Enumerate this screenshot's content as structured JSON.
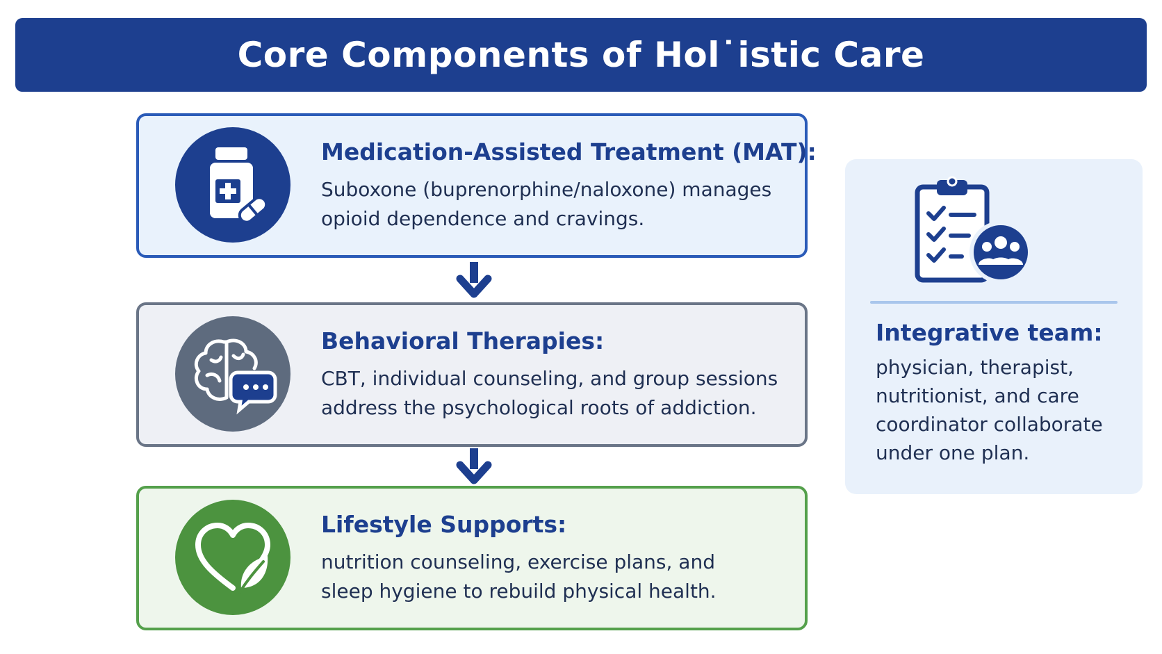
{
  "header": {
    "title": "Core Components of Hol˙istic Care"
  },
  "colors": {
    "banner": "#1d3f8f",
    "mat_border": "#2a5bb8",
    "behavioral_border": "#6a7587",
    "lifestyle_border": "#54a04b",
    "heading_text": "#1d3f8f"
  },
  "components": [
    {
      "icon": "medication-bottle-icon",
      "title": "Medication-Assisted Treatment (MAT):",
      "body": "Suboxone (buprenorphine/naloxone) manages opioid dependence and cravings."
    },
    {
      "icon": "brain-chat-icon",
      "title": "Behavioral Therapies:",
      "body": "CBT, individual counseling, and group sessions address the psychological roots of addiction."
    },
    {
      "icon": "heart-leaf-icon",
      "title": "Lifestyle Supports:",
      "body": "nutrition counseling, exercise plans, and sleep hygiene to rebuild physical health."
    }
  ],
  "team": {
    "icon": "clipboard-team-icon",
    "title": "Integrative team:",
    "body": "physician, therapist, nutritionist, and care coordinator collaborate under one plan."
  }
}
